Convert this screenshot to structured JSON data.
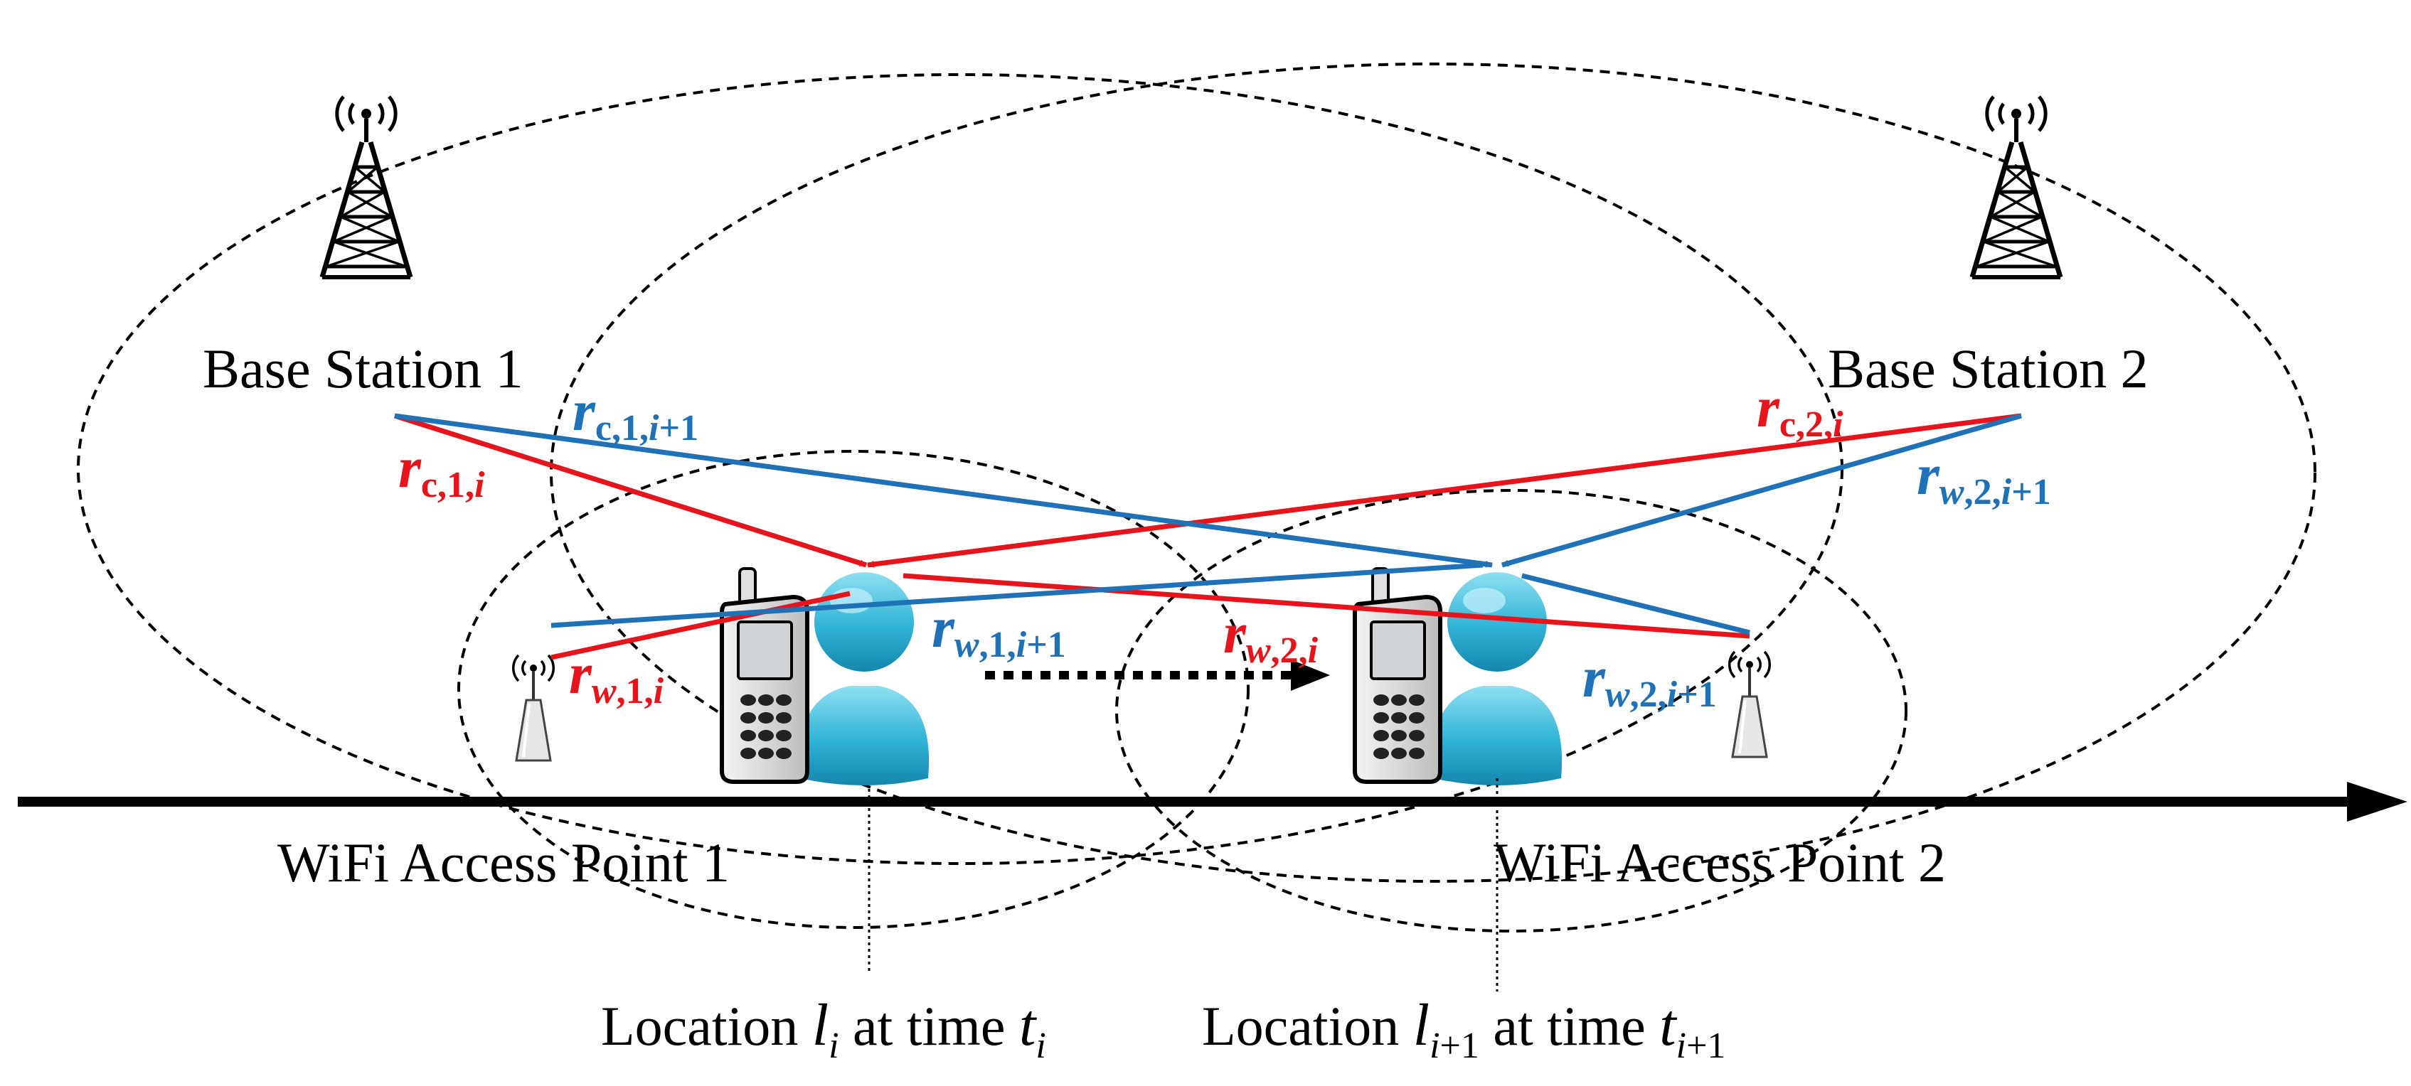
{
  "colors": {
    "cellular_link": "#e8141b",
    "wifi_link": "#1f72b8",
    "person": "#2fb3d6",
    "ellipse": "#000000"
  },
  "icons": [
    "cell-tower-icon",
    "wifi-antenna-icon",
    "mobile-phone-icon",
    "person-icon"
  ],
  "labels": {
    "base_station_1": "Base Station 1",
    "base_station_2": "Base Station 2",
    "wifi_ap_1": "WiFi Access Point 1",
    "wifi_ap_2": "WiFi Access Point 2",
    "location_word": "Location",
    "at_time": "at time"
  },
  "symbols": {
    "r": "r",
    "c": "c",
    "w": "w",
    "l": "l",
    "t": "t",
    "i": "i",
    "plus1": "+1",
    "one": "1",
    "two": "2",
    "comma": ","
  }
}
